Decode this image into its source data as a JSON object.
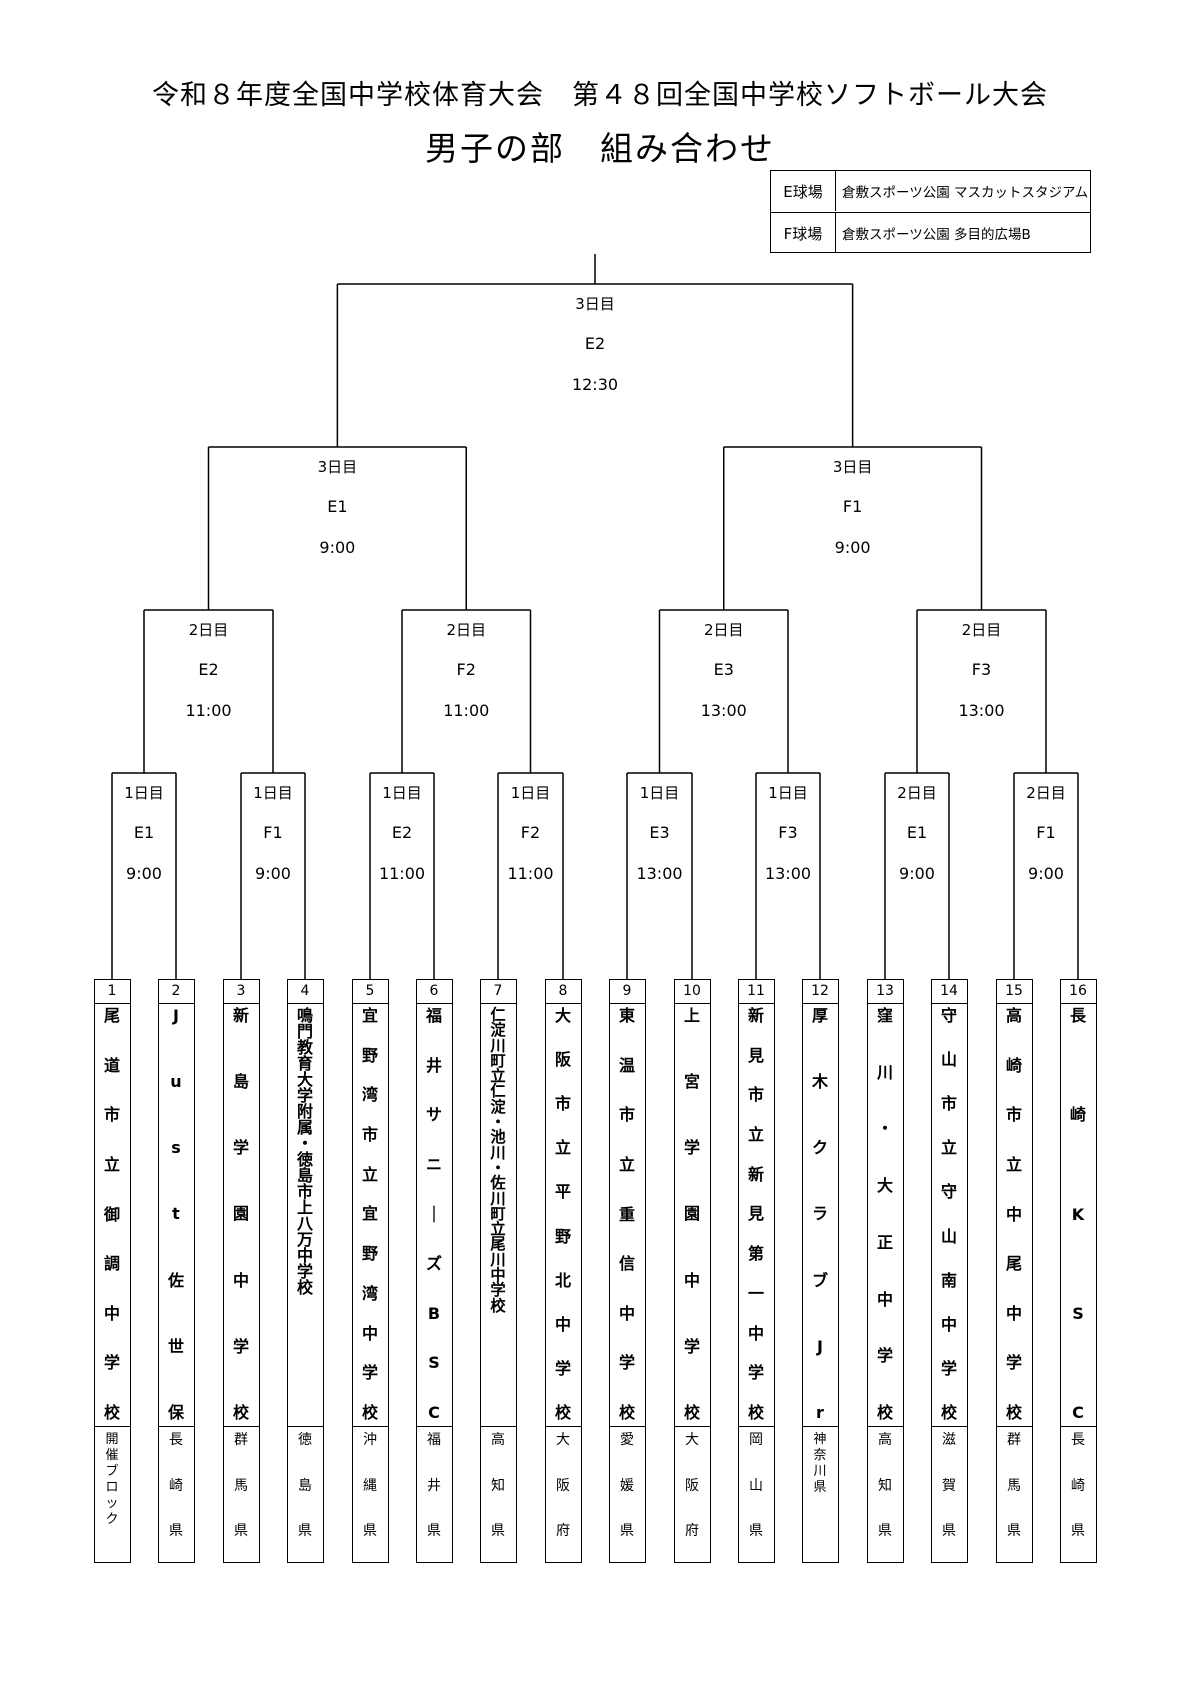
{
  "header": {
    "title": "令和８年度全国中学校体育大会　第４８回全国中学校ソフトボール大会",
    "subtitle": "男子の部　組み合わせ"
  },
  "venues": [
    {
      "code": "E球場",
      "name": "倉敷スポーツ公園  マスカットスタジアム"
    },
    {
      "code": "F球場",
      "name": "倉敷スポーツ公園   多目的広場B"
    }
  ],
  "matches": {
    "final": {
      "day": "3日目",
      "field": "E2",
      "time": "12:30"
    },
    "semi": [
      {
        "day": "3日目",
        "field": "E1",
        "time": "9:00"
      },
      {
        "day": "3日目",
        "field": "F1",
        "time": "9:00"
      }
    ],
    "quarter": [
      {
        "day": "2日目",
        "field": "E2",
        "time": "11:00"
      },
      {
        "day": "2日目",
        "field": "F2",
        "time": "11:00"
      },
      {
        "day": "2日目",
        "field": "E3",
        "time": "13:00"
      },
      {
        "day": "2日目",
        "field": "F3",
        "time": "13:00"
      }
    ],
    "first": [
      {
        "day": "1日目",
        "field": "E1",
        "time": "9:00"
      },
      {
        "day": "1日目",
        "field": "F1",
        "time": "9:00"
      },
      {
        "day": "1日目",
        "field": "E2",
        "time": "11:00"
      },
      {
        "day": "1日目",
        "field": "F2",
        "time": "11:00"
      },
      {
        "day": "1日目",
        "field": "E3",
        "time": "13:00"
      },
      {
        "day": "1日目",
        "field": "F3",
        "time": "13:00"
      },
      {
        "day": "2日目",
        "field": "E1",
        "time": "9:00"
      },
      {
        "day": "2日目",
        "field": "F1",
        "time": "9:00"
      }
    ]
  },
  "teams": [
    {
      "num": "1",
      "name": "尾道市立御調中学校",
      "pref": "開催ブロック"
    },
    {
      "num": "2",
      "name": "Just佐世保",
      "pref": "長崎県"
    },
    {
      "num": "3",
      "name": "新島学園中学校",
      "pref": "群馬県"
    },
    {
      "num": "4",
      "name": "鳴門教育大学附属・徳島市上八万中学校",
      "pref": "徳島県"
    },
    {
      "num": "5",
      "name": "宜野湾市立宜野湾中学校",
      "pref": "沖縄県"
    },
    {
      "num": "6",
      "name": "福井サニーズBSC",
      "pref": "福井県"
    },
    {
      "num": "7",
      "name": "仁淀川町立仁淀・池川・佐川町立尾川中学校",
      "pref": "高知県"
    },
    {
      "num": "8",
      "name": "大阪市立平野北中学校",
      "pref": "大阪府"
    },
    {
      "num": "9",
      "name": "東温市立重信中学校",
      "pref": "愛媛県"
    },
    {
      "num": "10",
      "name": "上宮学園中学校",
      "pref": "大阪府"
    },
    {
      "num": "11",
      "name": "新見市立新見第一中学校",
      "pref": "岡山県"
    },
    {
      "num": "12",
      "name": "厚木クラブJr",
      "pref": "神奈川県"
    },
    {
      "num": "13",
      "name": "窪川・大正中学校",
      "pref": "高知県"
    },
    {
      "num": "14",
      "name": "守山市立守山南中学校",
      "pref": "滋賀県"
    },
    {
      "num": "15",
      "name": "高崎市立中尾中学校",
      "pref": "群馬県"
    },
    {
      "num": "16",
      "name": "長崎KSC",
      "pref": "長崎県"
    }
  ]
}
